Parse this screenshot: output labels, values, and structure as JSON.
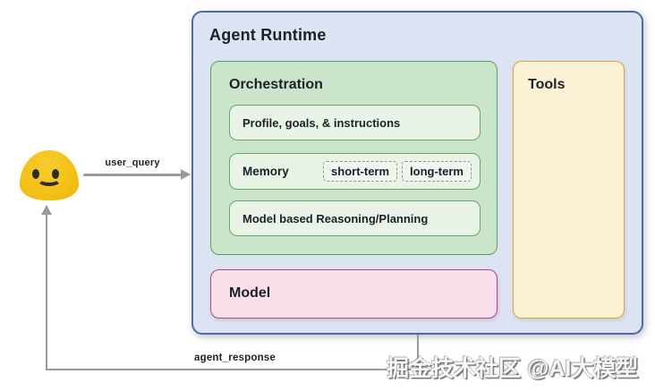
{
  "diagram": {
    "runtime": {
      "title": "Agent Runtime"
    },
    "orchestration": {
      "title": "Orchestration",
      "profile_box_label": "Profile, goals, & instructions",
      "memory": {
        "label": "Memory",
        "chips": [
          "short-term",
          "long-term"
        ]
      },
      "reasoning_box_label": "Model based Reasoning/Planning"
    },
    "model": {
      "label": "Model"
    },
    "tools": {
      "label": "Tools"
    },
    "flows": {
      "user_query_label": "user_query",
      "agent_response_label": "agent_response"
    },
    "user": {
      "icon": "blob-smiley-emoji"
    },
    "watermark": "掘金技术社区 @AI大模型"
  },
  "colors": {
    "runtime_bg": "#dce3f2",
    "runtime_border": "#4b6bad",
    "orchestration_bg": "#cae5ca",
    "orchestration_border": "#58a05e",
    "inner_box_bg": "#e9f4e7",
    "inner_box_border": "#67a56b",
    "model_bg": "#fadee9",
    "model_border": "#a94b83",
    "tools_bg": "#fbf1d5",
    "tools_border": "#d7a93c",
    "arrow": "#9b9b9b",
    "emoji_yellow": "#f2bf14",
    "text": "#1d2026",
    "watermark_text": "#f7f7f7"
  }
}
